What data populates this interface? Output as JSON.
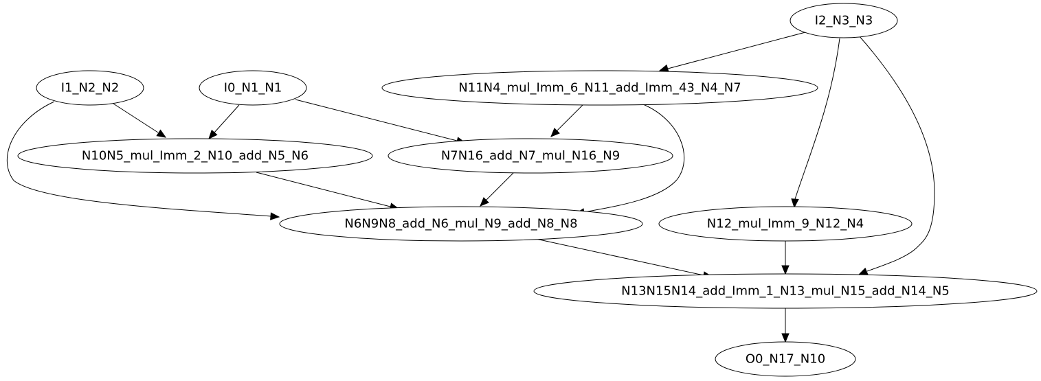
{
  "graph": {
    "type": "directed-dataflow",
    "nodes": [
      {
        "id": "I2_N3_N3",
        "label": "I2_N3_N3"
      },
      {
        "id": "I1_N2_N2",
        "label": "I1_N2_N2"
      },
      {
        "id": "I0_N1_N1",
        "label": "I0_N1_N1"
      },
      {
        "id": "N11N4",
        "label": "N11N4_mul_Imm_6_N11_add_Imm_43_N4_N7"
      },
      {
        "id": "N10N5",
        "label": "N10N5_mul_Imm_2_N10_add_N5_N6"
      },
      {
        "id": "N7N16",
        "label": "N7N16_add_N7_mul_N16_N9"
      },
      {
        "id": "N6N9N8",
        "label": "N6N9N8_add_N6_mul_N9_add_N8_N8"
      },
      {
        "id": "N12",
        "label": "N12_mul_Imm_9_N12_N4"
      },
      {
        "id": "N13N15N14",
        "label": "N13N15N14_add_Imm_1_N13_mul_N15_add_N14_N5"
      },
      {
        "id": "O0_N17_N10",
        "label": "O0_N17_N10"
      }
    ],
    "edges": [
      {
        "from": "I2_N3_N3",
        "to": "N11N4"
      },
      {
        "from": "I2_N3_N3",
        "to": "N12"
      },
      {
        "from": "I2_N3_N3",
        "to": "N13N15N14"
      },
      {
        "from": "I1_N2_N2",
        "to": "N10N5"
      },
      {
        "from": "I1_N2_N2",
        "to": "N6N9N8"
      },
      {
        "from": "I0_N1_N1",
        "to": "N10N5"
      },
      {
        "from": "I0_N1_N1",
        "to": "N7N16"
      },
      {
        "from": "N11N4",
        "to": "N7N16"
      },
      {
        "from": "N11N4",
        "to": "N6N9N8"
      },
      {
        "from": "N10N5",
        "to": "N6N9N8"
      },
      {
        "from": "N7N16",
        "to": "N6N9N8"
      },
      {
        "from": "N6N9N8",
        "to": "N13N15N14"
      },
      {
        "from": "N12",
        "to": "N13N15N14"
      },
      {
        "from": "N13N15N14",
        "to": "O0_N17_N10"
      }
    ]
  }
}
